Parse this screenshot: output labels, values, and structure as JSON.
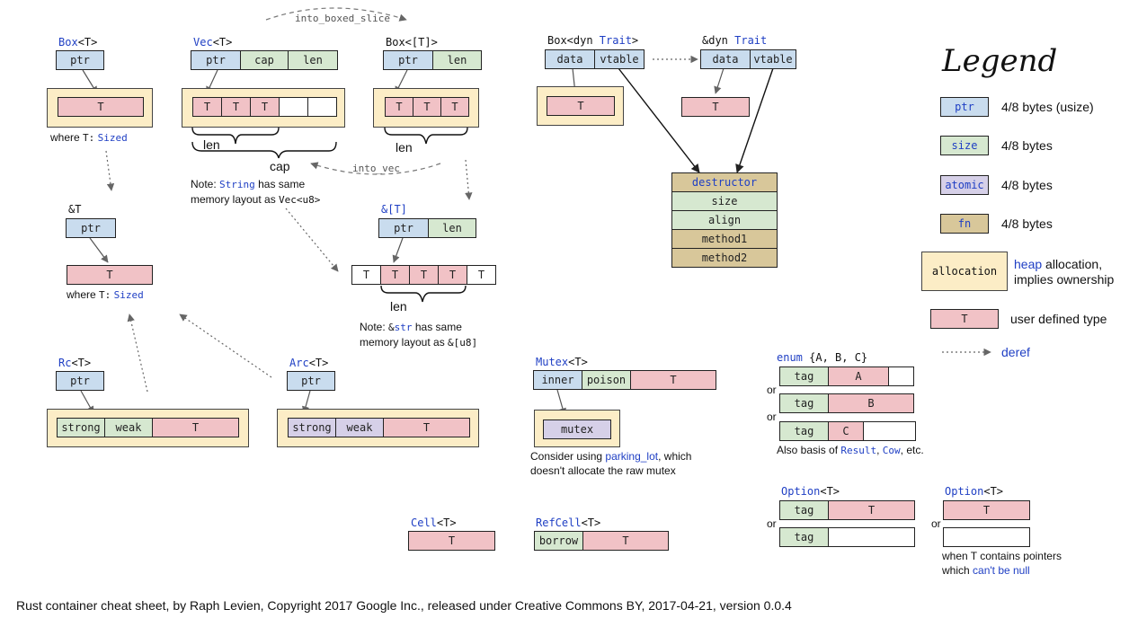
{
  "box": {
    "name": "Box",
    "param": "<T>",
    "ptr": "ptr",
    "T": "T",
    "where": "where",
    "where_code": "T:",
    "where_kw": "Sized"
  },
  "vec": {
    "name": "Vec",
    "param": "<T>",
    "ptr": "ptr",
    "cap": "cap",
    "len": "len",
    "cells": [
      "T",
      "T",
      "T",
      "",
      ""
    ],
    "brace_len": "len",
    "brace_cap": "cap"
  },
  "boxslice": {
    "name": "Box<[T]>",
    "ptr": "ptr",
    "len": "len",
    "cells": [
      "T",
      "T",
      "T"
    ],
    "brace_len": "len"
  },
  "into_boxed_slice": "into_boxed_slice",
  "into_vec": "into_vec",
  "note_string": {
    "a": "Note: ",
    "kw": "String",
    "b": " has same",
    "c": "memory layout as ",
    "code": "Vec<u8>"
  },
  "ref": {
    "name": "&T",
    "ptr": "ptr",
    "T": "T",
    "where": "where",
    "where_code": "T:",
    "where_kw": "Sized"
  },
  "slice": {
    "name": "&[T]",
    "ptr": "ptr",
    "len": "len",
    "cells": [
      "T",
      "T",
      "T",
      "T",
      "T"
    ],
    "brace_len": "len"
  },
  "note_str": {
    "a": "Note: ",
    "code1": "&",
    "kw": "str",
    "b": " has same",
    "c": "memory layout as ",
    "code": "&[u8]"
  },
  "boxdyn": {
    "prefix": "Box<dyn ",
    "kw": "Trait",
    "suffix": ">",
    "data": "data",
    "vtable": "vtable",
    "T": "T"
  },
  "refdyn": {
    "prefix": "&dyn ",
    "kw": "Trait",
    "data": "data",
    "vtable": "vtable",
    "T": "T"
  },
  "vtable": {
    "rows": [
      "destructor",
      "size",
      "align",
      "method1",
      "method2"
    ]
  },
  "rc": {
    "name": "Rc",
    "param": "<T>",
    "ptr": "ptr",
    "strong": "strong",
    "weak": "weak",
    "T": "T"
  },
  "arc": {
    "name": "Arc",
    "param": "<T>",
    "ptr": "ptr",
    "strong": "strong",
    "weak": "weak",
    "T": "T"
  },
  "mutex": {
    "name": "Mutex",
    "param": "<T>",
    "inner": "inner",
    "poison": "poison",
    "T": "T",
    "mutex": "mutex",
    "note_a": "Consider using ",
    "note_link": "parking_lot",
    "note_b": ", which",
    "note_c": "doesn't allocate the raw mutex"
  },
  "cell": {
    "name": "Cell",
    "param": "<T>",
    "T": "T"
  },
  "refcell": {
    "name": "RefCell",
    "param": "<T>",
    "borrow": "borrow",
    "T": "T"
  },
  "enum": {
    "name": "enum",
    "rest": " {A, B, C}",
    "tag": "tag",
    "A": "A",
    "B": "B",
    "C": "C",
    "or": "or",
    "also_a": "Also basis of ",
    "result": "Result",
    ",": ", ",
    "cow": "Cow",
    "also_b": ", etc."
  },
  "option1": {
    "name": "Option",
    "param": "<T>",
    "tag": "tag",
    "T": "T",
    "or": "or"
  },
  "option2": {
    "name": "Option",
    "param": "<T>",
    "T": "T",
    "or": "or",
    "note_a": "when T contains pointers",
    "note_b": "which ",
    "note_link": "can't be null"
  },
  "legend": {
    "title": "Legend",
    "ptr": "ptr",
    "ptr_desc": "4/8 bytes (usize)",
    "size": "size",
    "size_desc": "4/8 bytes",
    "atomic": "atomic",
    "atomic_desc": "4/8 bytes",
    "fn": "fn",
    "fn_desc": "4/8 bytes",
    "alloc": "allocation",
    "alloc_kw": "heap",
    "alloc_a": " allocation,",
    "alloc_b": "implies ownership",
    "T": "T",
    "T_desc": "user defined type",
    "deref": "deref"
  },
  "footer": "Rust container cheat sheet, by Raph Levien, Copyright 2017 Google Inc., released under Creative Commons BY, 2017-04-21, version 0.0.4"
}
